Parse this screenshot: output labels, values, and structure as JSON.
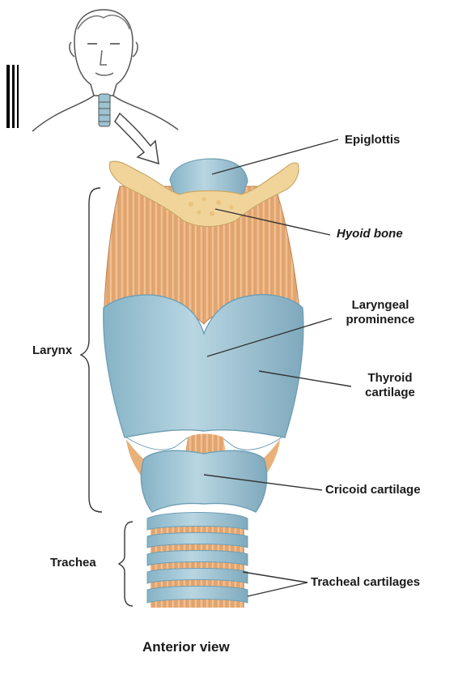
{
  "labels": {
    "epiglottis": "Epiglottis",
    "hyoid_bone": "Hyoid bone",
    "laryngeal_prominence_1": "Laryngeal",
    "laryngeal_prominence_2": "prominence",
    "thyroid_cartilage_1": "Thyroid",
    "thyroid_cartilage_2": "cartilage",
    "cricoid_cartilage": "Cricoid cartilage",
    "tracheal_cartilages": "Tracheal cartilages",
    "larynx": "Larynx",
    "trachea": "Trachea"
  },
  "caption": "Anterior view",
  "colors": {
    "cartilage_blue": "#9cc3d3",
    "cartilage_blue_dark": "#6f9fb4",
    "membrane_tan": "#e9b07a",
    "membrane_stripe": "#c98a55",
    "bone_tan": "#f1d49a",
    "line": "#333333"
  }
}
